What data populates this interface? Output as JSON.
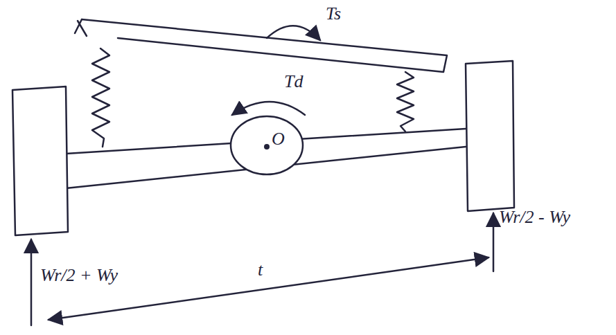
{
  "diagram": {
    "nodes": [
      {
        "text": [
          "O"
        ]
      }
    ],
    "labels": [
      "Ts",
      "Td",
      "Wr/2 + Wy",
      "Wr/2 - Wy",
      "t"
    ]
  }
}
